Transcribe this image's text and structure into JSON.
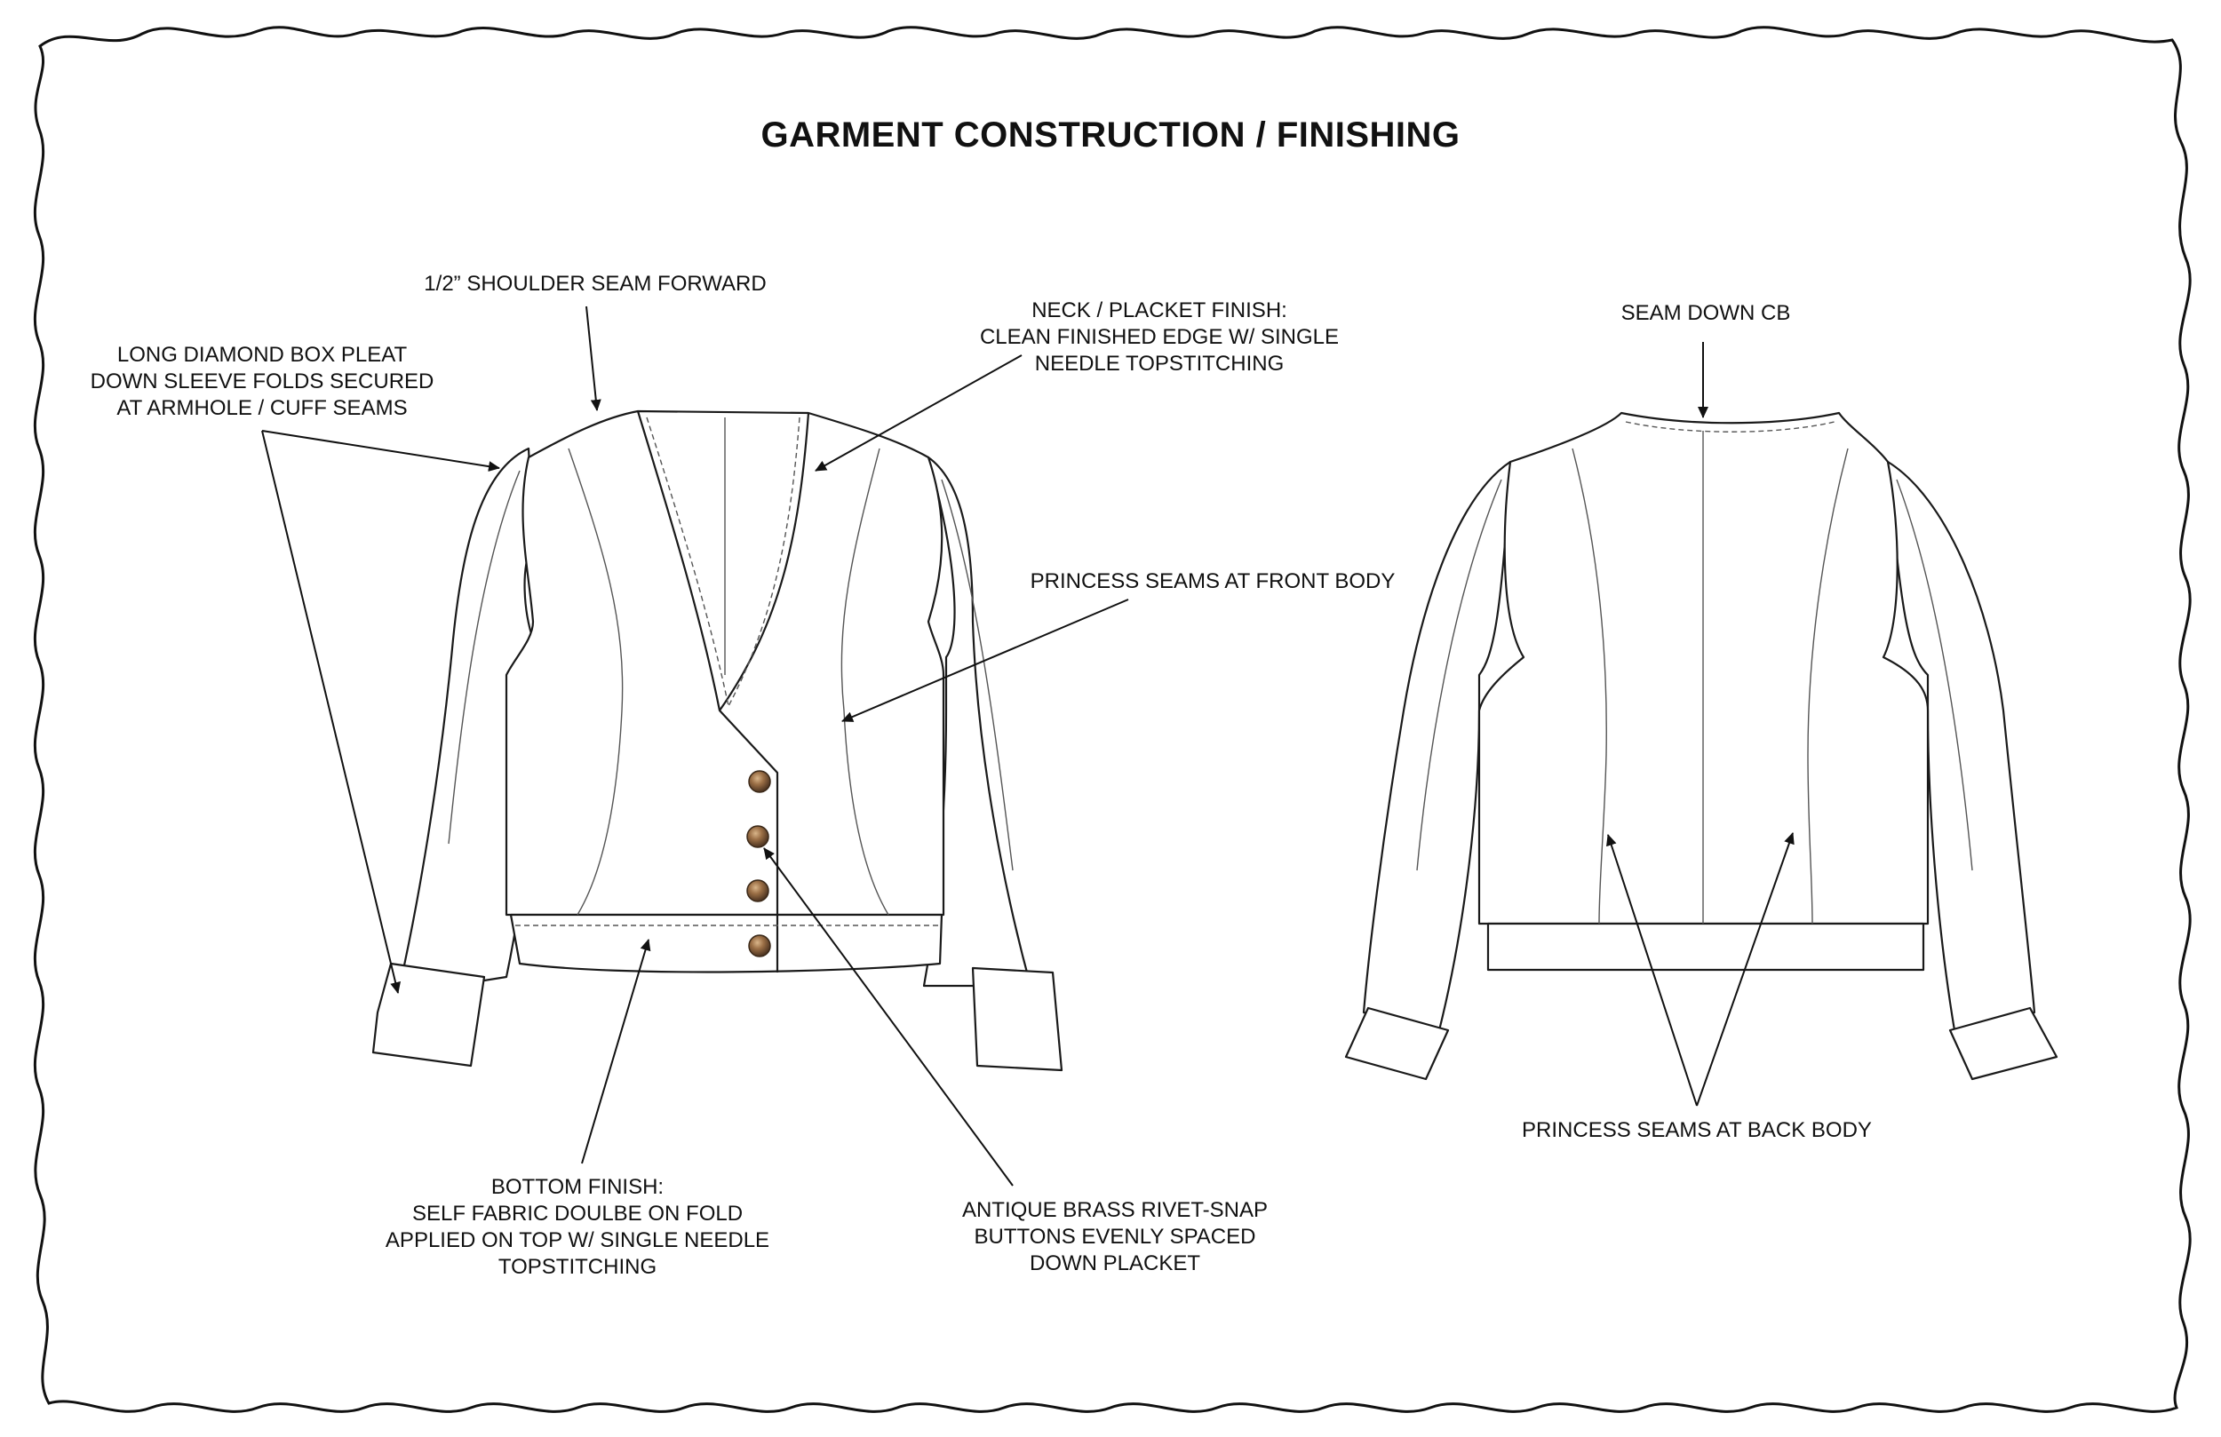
{
  "title": "GARMENT CONSTRUCTION / FINISHING",
  "callouts": {
    "shoulder": [
      "1/2” SHOULDER SEAM FORWARD"
    ],
    "pleat": [
      "LONG DIAMOND BOX PLEAT",
      "DOWN SLEEVE FOLDS SECURED",
      "AT ARMHOLE / CUFF SEAMS"
    ],
    "neck": [
      "NECK / PLACKET FINISH:",
      "CLEAN FINISHED EDGE W/ SINGLE",
      "NEEDLE TOPSTITCHING"
    ],
    "princess_front": [
      "PRINCESS SEAMS AT FRONT BODY"
    ],
    "bottom": [
      "BOTTOM FINISH:",
      "SELF FABRIC DOULBE ON FOLD",
      "APPLIED ON TOP W/ SINGLE NEEDLE",
      "TOPSTITCHING"
    ],
    "buttons": [
      "ANTIQUE BRASS RIVET-SNAP",
      "BUTTONS EVENLY SPACED",
      "DOWN PLACKET"
    ],
    "seam_cb": [
      "SEAM DOWN CB"
    ],
    "princess_back": [
      "PRINCESS SEAMS AT BACK BODY"
    ]
  },
  "colors": {
    "line": "#1a1a1a",
    "seam": "#555555",
    "button_base": "#5a4128",
    "button_highlight": "#b48a5e"
  },
  "views": [
    "front-view",
    "back-view"
  ],
  "button_count": 4
}
